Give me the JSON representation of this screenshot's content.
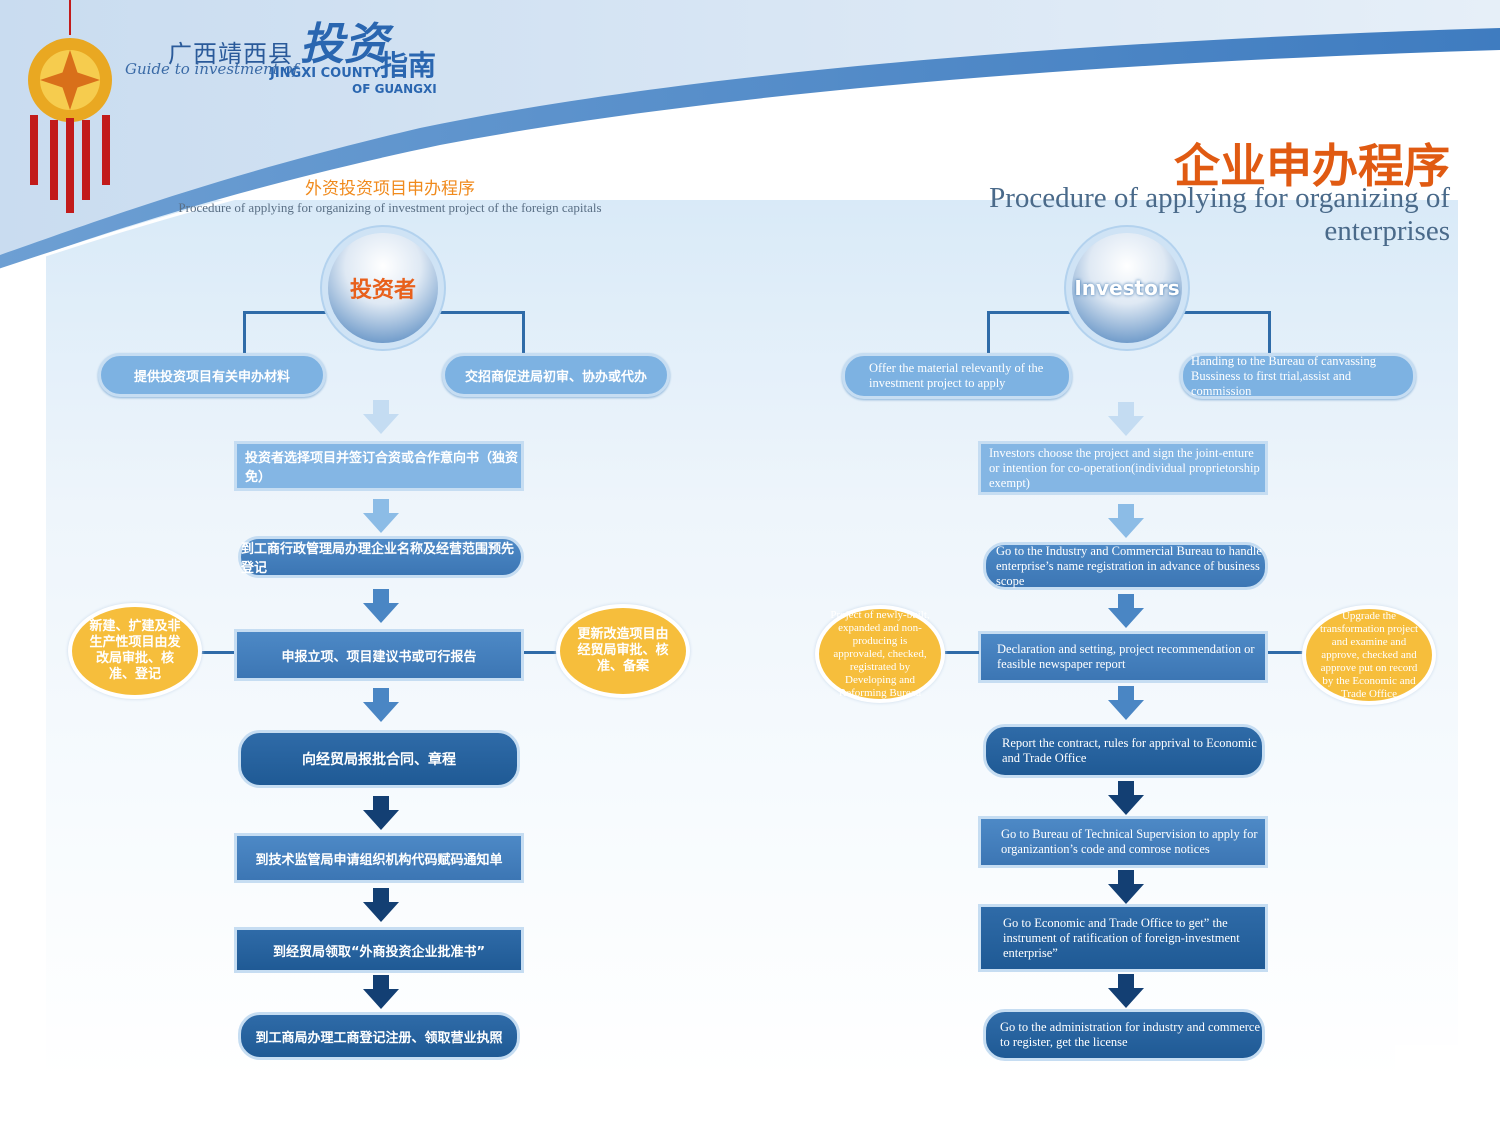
{
  "logo": {
    "cn_small": "广西靖西县",
    "cn_big": "投资",
    "cn_guide": "指南",
    "en_script": "Guide to investment of",
    "county": "JINGXI COUNTY",
    "province": "OF GUANGXI"
  },
  "left": {
    "title_cn": "外资投资项目申办程序",
    "title_en": "Procedure of applying for organizing of investment project of the foreign capitals",
    "hub": "投资者",
    "branch_left": "提供投资项目有关申办材料",
    "branch_right": "交招商促进局初审、协办或代办",
    "steps": [
      "投资者选择项目并签订合资或合作意向书（独资免）",
      "到工商行政管理局办理企业名称及经营范围预先登记",
      "申报立项、项目建议书或可行报告",
      "向经贸局报批合同、章程",
      "到技术监管局申请组织机构代码赋码通知单",
      "到经贸局领取“外商投资企业批准书”",
      "到工商局办理工商登记注册、领取营业执照"
    ],
    "side_left": "新建、扩建及非生产性项目由发改局审批、核准、登记",
    "side_right": "更新改造项目由经贸局审批、核准、备案"
  },
  "right": {
    "title_cn": "企业申办程序",
    "title_en": "Procedure of applying for organizing of enterprises",
    "hub": "Investors",
    "branch_left": "Offer the material relevantly of the investment project to apply",
    "branch_right": "Handing to the Bureau of canvassing Bussiness to first trial,assist and commission",
    "steps": [
      "Investors choose the project and sign the joint-enture or intention for co-operation(individual proprietorship exempt)",
      "Go to the Industry and Commercial Bureau to handle enterprise’s name registration in advance of business scope",
      "Declaration and setting, project recommendation or feasible newspaper report",
      "Report the contract, rules for apprival to Economic and Trade Office",
      "Go to Bureau of Technical Supervision to apply for organizantion’s code and comrose notices",
      "Go to Economic and Trade Office to get” the instrument of ratification of foreign-investment enterprise”",
      "Go to the administration for industry and commerce to register, get the license"
    ],
    "side_left": "Project of newly-built, expanded and non-producing is approvaled, checked, registrated by Developing and Reforming Bureau",
    "side_right": "Upgrade the transformation project and examine and approve, checked and approve put on record by the Economic and Trade Office"
  },
  "colors": {
    "title_orange": "#f08a1c",
    "bubble_yellow": "#f6be3c",
    "box_light": "#84b6e4",
    "box_dark": "#1f5a95",
    "banner_blue": "#3f7cc0"
  }
}
